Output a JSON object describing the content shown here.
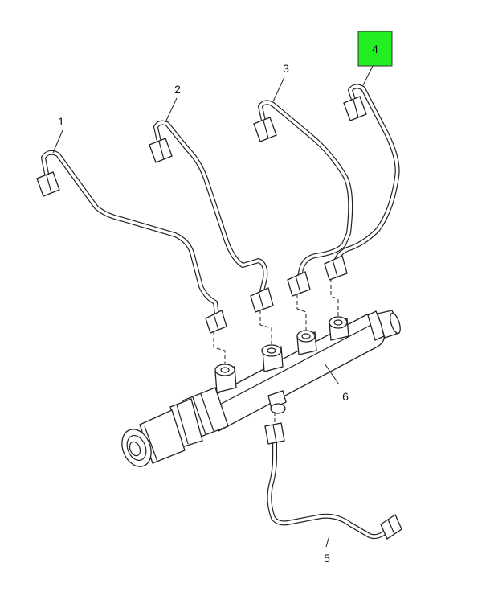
{
  "callouts": [
    {
      "id": "1",
      "label": "1"
    },
    {
      "id": "2",
      "label": "2"
    },
    {
      "id": "3",
      "label": "3"
    },
    {
      "id": "4",
      "label": "4",
      "highlighted": true
    },
    {
      "id": "5",
      "label": "5"
    },
    {
      "id": "6",
      "label": "6"
    }
  ],
  "highlight_color": "#22ee22"
}
